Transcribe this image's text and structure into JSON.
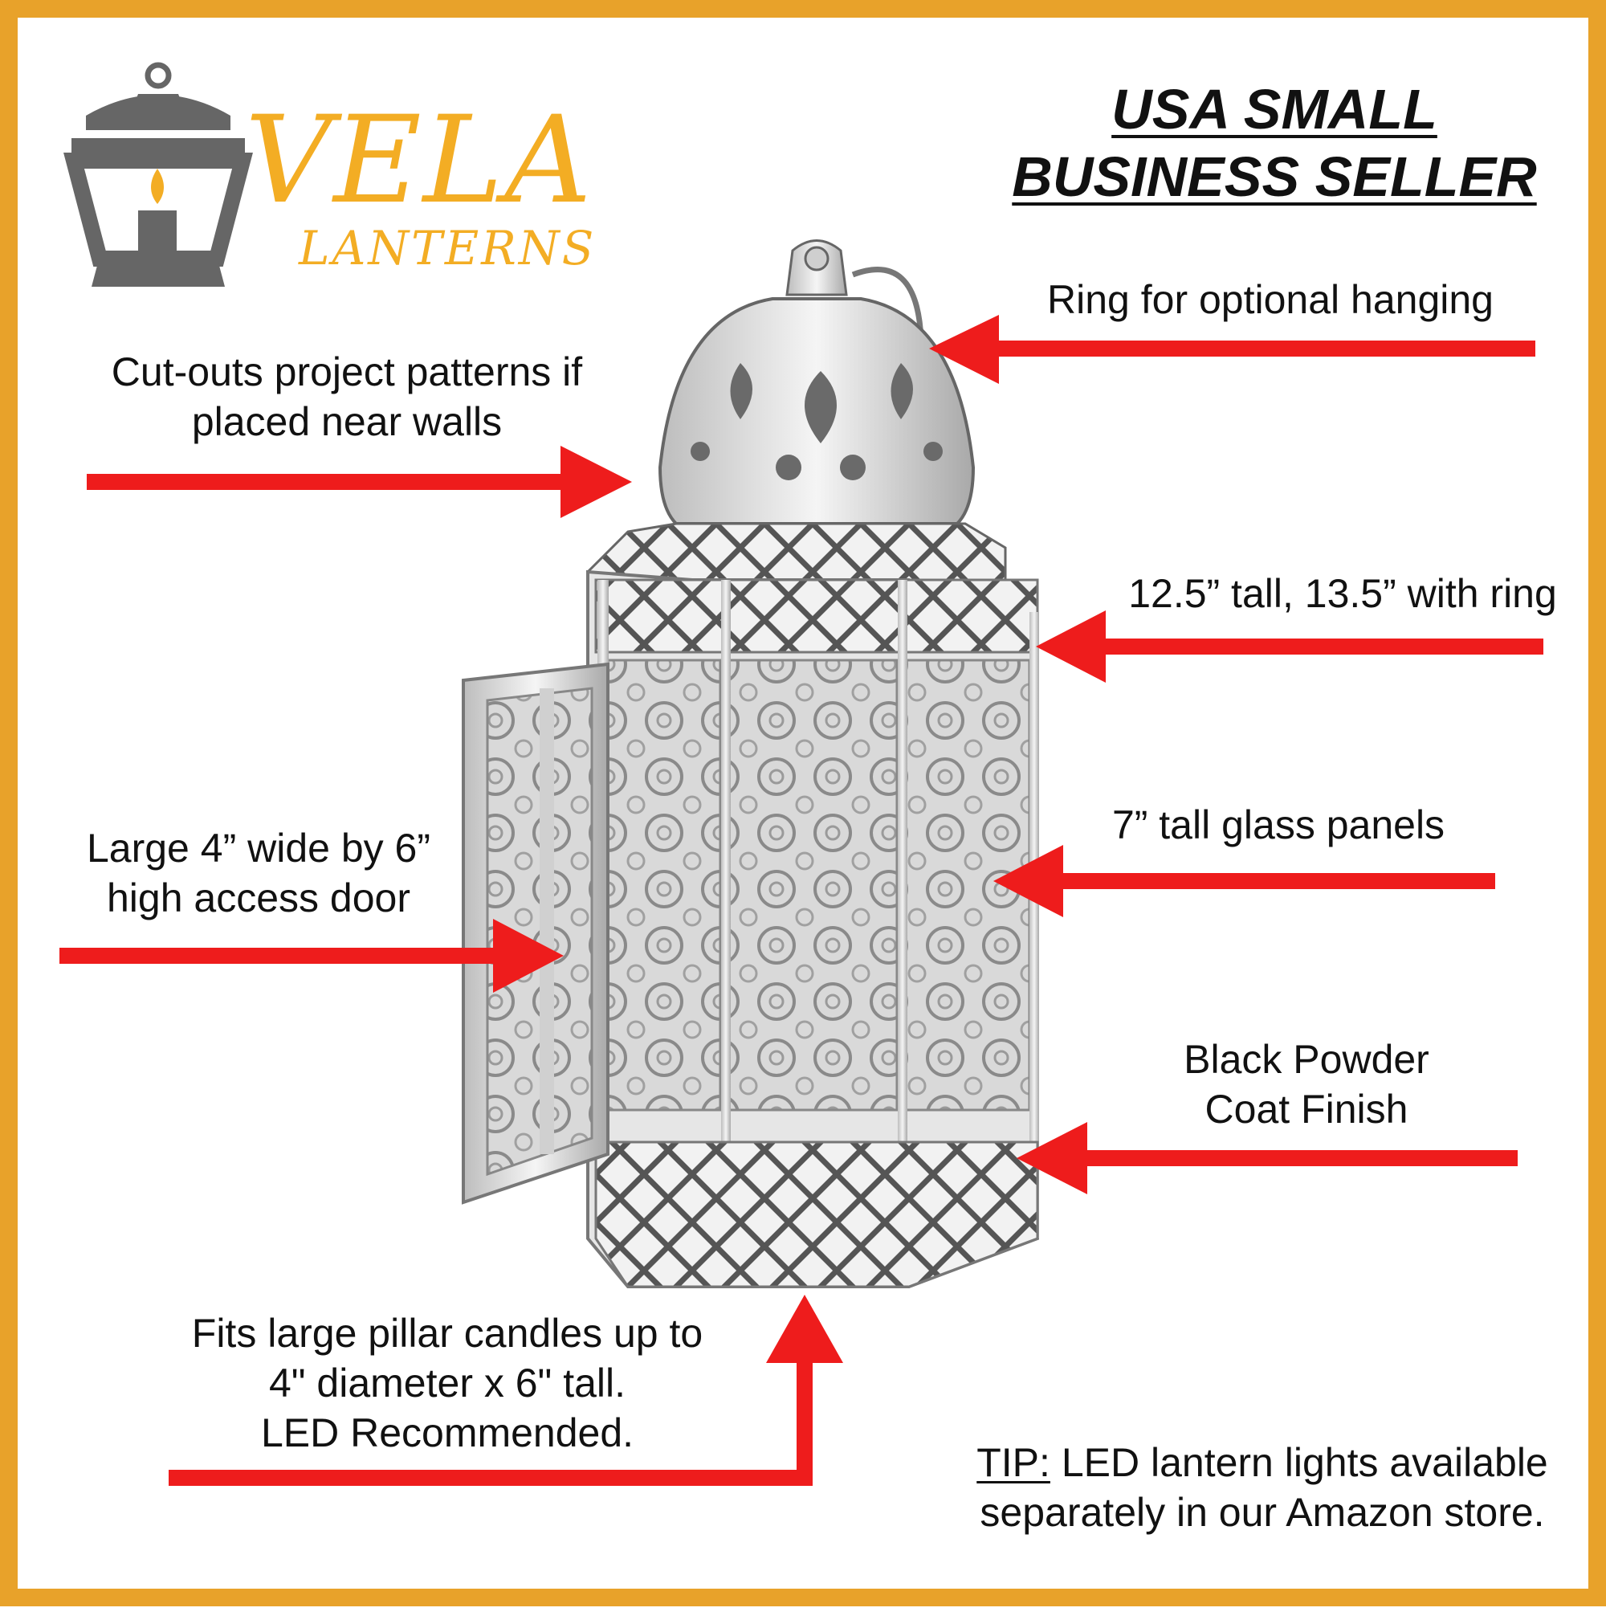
{
  "brand": {
    "name": "VELA",
    "subtitle": "LANTERNS"
  },
  "seller_badge": {
    "line1": "USA SMALL",
    "line2": "BUSINESS SELLER"
  },
  "callouts": {
    "ring": "Ring for optional hanging",
    "cutouts_line1": "Cut-outs project patterns if",
    "cutouts_line2": "placed near walls",
    "height": "12.5” tall, 13.5” with ring",
    "door_line1": "Large 4” wide by 6”",
    "door_line2": "high access door",
    "glass": "7” tall glass panels",
    "finish_line1": "Black Powder",
    "finish_line2": "Coat Finish",
    "candles_line1": "Fits large pillar candles up to",
    "candles_line2": "4\" diameter x 6\" tall.",
    "candles_line3": "LED Recommended."
  },
  "tip": {
    "label": "TIP:",
    "line1_rest": " LED lantern lights available",
    "line2": "separately in our Amazon store."
  },
  "colors": {
    "border": "#e8a22a",
    "brand": "#f3ad24",
    "arrow": "#ee1c1c",
    "logo_gray": "#666666"
  },
  "icons": [
    "lantern-logo-icon",
    "lantern-product-image",
    "arrow-icon"
  ]
}
